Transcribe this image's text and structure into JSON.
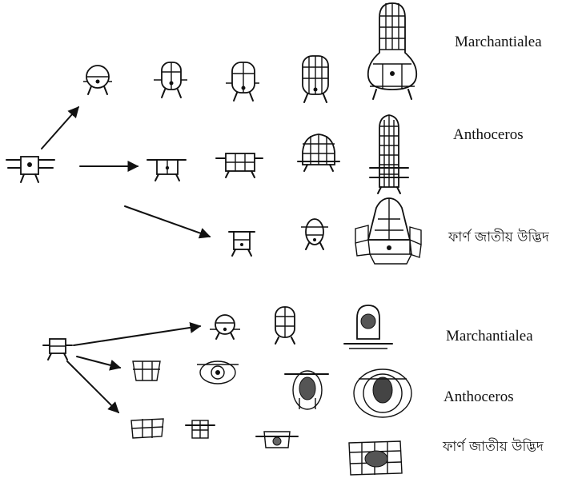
{
  "labels": {
    "top_marchantialea": "Marchantialea",
    "top_anthoceros": "Anthoceros",
    "top_fern": "ফার্ণ জাতীয় উদ্ভিদ",
    "bottom_marchantialea": "Marchantialea",
    "bottom_anthoceros": "Anthoceros",
    "bottom_fern": "ফার্ণ জাতীয় উদ্ভিদ"
  }
}
